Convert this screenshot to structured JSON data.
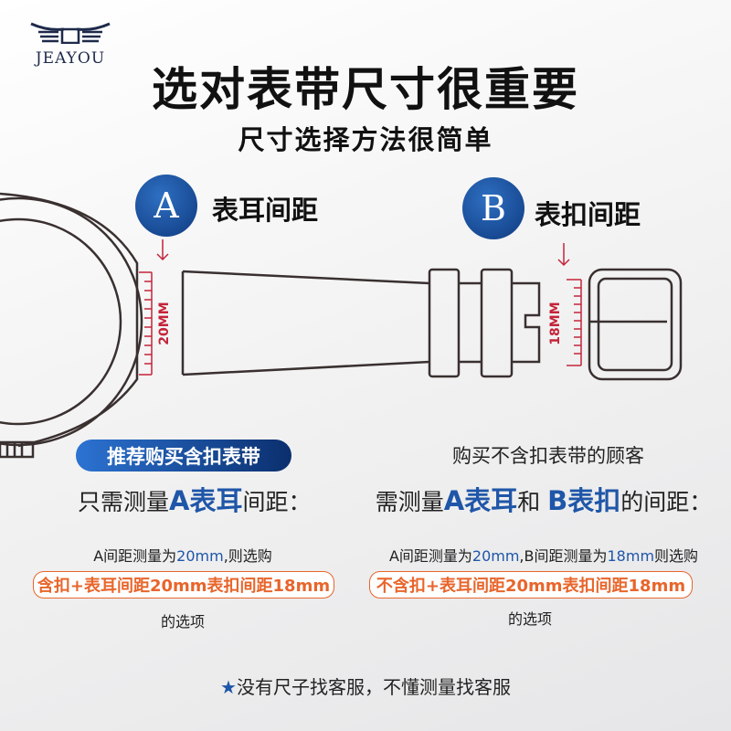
{
  "logo": {
    "text": "JEAYOU"
  },
  "title": "选对表带尺寸很重要",
  "subtitle": "尺寸选择方法很简单",
  "marker_a": {
    "letter": "A",
    "label": "表耳间距",
    "measure": "20MM"
  },
  "marker_b": {
    "letter": "B",
    "label": "表扣间距",
    "measure": "18MM"
  },
  "left": {
    "pill": "推荐购买含扣表带",
    "heading_pre": "只需测量",
    "heading_a": "A表耳",
    "heading_post": "间距：",
    "line_pre": "A间距测量为",
    "line_a": "20mm",
    "line_post": ",则选购",
    "option": "含扣+表耳间距20mm表扣间距18mm",
    "suffix": "的选项"
  },
  "right": {
    "title": "购买不含扣表带的顾客",
    "heading_pre": "需测量",
    "heading_a": "A表耳",
    "heading_mid": "和 ",
    "heading_b": "B表扣",
    "heading_post": "的间距：",
    "line_pre": "A间距测量为",
    "line_a": "20mm",
    "line_mid": ",B间距测量为",
    "line_b": "18mm",
    "line_post": "则选购",
    "option": "不含扣+表耳间距20mm表扣间距18mm",
    "suffix": "的选项"
  },
  "footer": {
    "icon": "star-icon",
    "text": "没有尺子找客服，不懂测量找客服"
  },
  "colors": {
    "accent": "#1f56a8",
    "option": "#e8652b",
    "ruler": "#c4243a"
  }
}
